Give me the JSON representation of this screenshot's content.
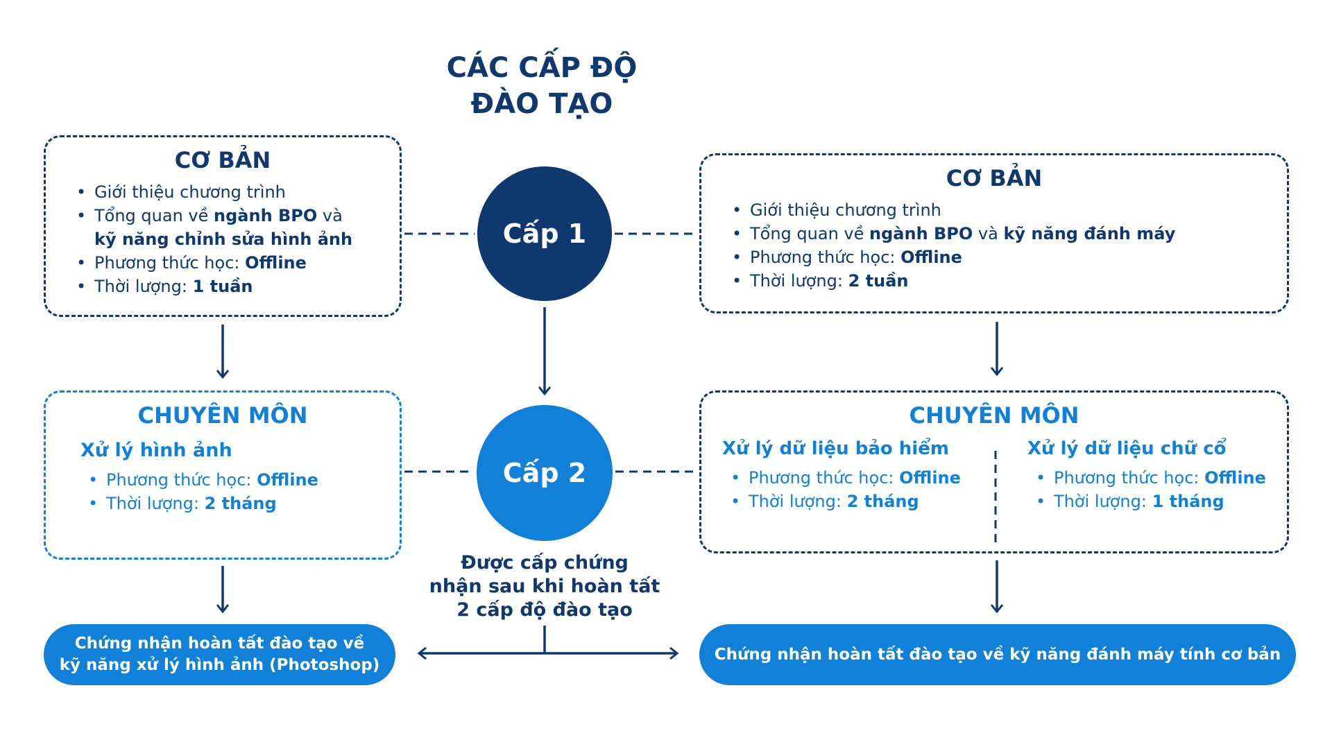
{
  "colors": {
    "navy": "#0f386e",
    "blue": "#1080d8",
    "text_on_fill": "#ffffff",
    "background": "#ffffff"
  },
  "title": "CÁC CẤP ĐỘ\nĐÀO TẠO",
  "levels": {
    "level1": "Cấp 1",
    "level2": "Cấp 2",
    "note": "Được cấp chứng\nnhận sau khi hoàn tất\n2 cấp độ đào tạo"
  },
  "left_track": {
    "basic": {
      "title": "CƠ BẢN",
      "bullets": [
        [
          {
            "t": "Giới thiệu chương trình"
          }
        ],
        [
          {
            "t": "Tổng quan về "
          },
          {
            "t": "ngành BPO",
            "b": true
          },
          {
            "t": " và\n"
          },
          {
            "t": "kỹ năng chỉnh sửa hình ảnh",
            "b": true
          }
        ],
        [
          {
            "t": "Phương thức học: "
          },
          {
            "t": "Offline",
            "b": true
          }
        ],
        [
          {
            "t": "Thời lượng: "
          },
          {
            "t": "1 tuần",
            "b": true
          }
        ]
      ]
    },
    "specialized": {
      "title": "CHUYÊN MÔN",
      "subtitle": "Xử lý hình ảnh",
      "bullets": [
        [
          {
            "t": "Phương thức học: "
          },
          {
            "t": "Offline",
            "b": true
          }
        ],
        [
          {
            "t": "Thời lượng: "
          },
          {
            "t": "2 tháng",
            "b": true
          }
        ]
      ]
    },
    "certificate": "Chứng nhận hoàn tất đào tạo về\nkỹ năng xử lý hình ảnh (Photoshop)"
  },
  "right_track": {
    "basic": {
      "title": "CƠ BẢN",
      "bullets": [
        [
          {
            "t": "Giới thiệu chương trình"
          }
        ],
        [
          {
            "t": "Tổng quan về "
          },
          {
            "t": "ngành BPO",
            "b": true
          },
          {
            "t": " và "
          },
          {
            "t": "kỹ năng đánh máy",
            "b": true
          }
        ],
        [
          {
            "t": "Phương thức học: "
          },
          {
            "t": "Offline",
            "b": true
          }
        ],
        [
          {
            "t": "Thời lượng: "
          },
          {
            "t": "2 tuần",
            "b": true
          }
        ]
      ]
    },
    "specialized": {
      "title": "CHUYÊN MÔN",
      "programs": [
        {
          "name": "Xử lý dữ liệu bảo hiểm",
          "bullets": [
            [
              {
                "t": "Phương thức học: "
              },
              {
                "t": "Offline",
                "b": true
              }
            ],
            [
              {
                "t": "Thời lượng: "
              },
              {
                "t": "2 tháng",
                "b": true
              }
            ]
          ]
        },
        {
          "name": "Xử lý dữ liệu chữ cổ",
          "bullets": [
            [
              {
                "t": "Phương thức học: "
              },
              {
                "t": "Offline",
                "b": true
              }
            ],
            [
              {
                "t": "Thời lượng: "
              },
              {
                "t": "1 tháng",
                "b": true
              }
            ]
          ]
        }
      ]
    },
    "certificate": "Chứng nhận hoàn tất đào tạo về kỹ năng đánh máy tính cơ bản"
  }
}
